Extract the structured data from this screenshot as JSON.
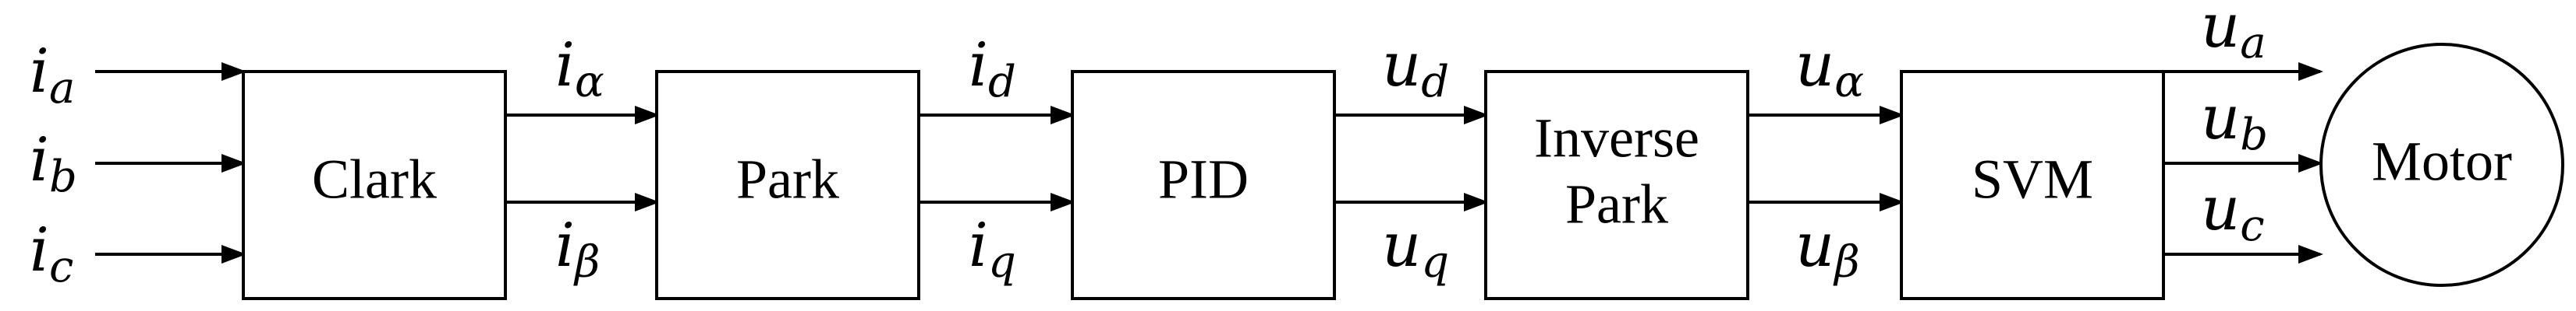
{
  "blocks": {
    "clark": "Clark",
    "park": "Park",
    "pid": "PID",
    "inverse_park_line1": "Inverse",
    "inverse_park_line2": "Park",
    "svm": "SVM",
    "motor": "Motor"
  },
  "signals": {
    "ia": {
      "base": "i",
      "sub": "a"
    },
    "ib": {
      "base": "i",
      "sub": "b"
    },
    "ic": {
      "base": "i",
      "sub": "c"
    },
    "i_alpha": {
      "base": "i",
      "sub": "α"
    },
    "i_beta": {
      "base": "i",
      "sub": "β"
    },
    "id": {
      "base": "i",
      "sub": "d"
    },
    "iq": {
      "base": "i",
      "sub": "q"
    },
    "ud": {
      "base": "u",
      "sub": "d"
    },
    "uq": {
      "base": "u",
      "sub": "q"
    },
    "u_alpha": {
      "base": "u",
      "sub": "α"
    },
    "u_beta": {
      "base": "u",
      "sub": "β"
    },
    "ua": {
      "base": "u",
      "sub": "a"
    },
    "ub": {
      "base": "u",
      "sub": "b"
    },
    "uc": {
      "base": "u",
      "sub": "c"
    }
  }
}
